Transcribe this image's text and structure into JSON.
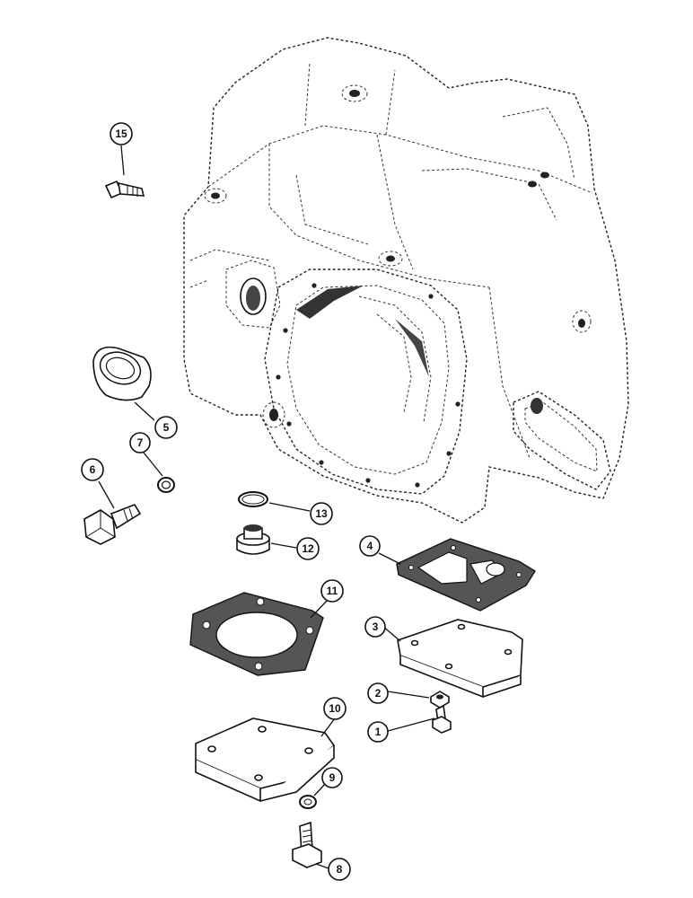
{
  "callouts": [
    {
      "id": "1",
      "label": "1"
    },
    {
      "id": "2",
      "label": "2"
    },
    {
      "id": "3",
      "label": "3"
    },
    {
      "id": "4",
      "label": "4"
    },
    {
      "id": "5",
      "label": "5"
    },
    {
      "id": "6",
      "label": "6"
    },
    {
      "id": "7",
      "label": "7"
    },
    {
      "id": "8",
      "label": "8"
    },
    {
      "id": "9",
      "label": "9"
    },
    {
      "id": "10",
      "label": "10"
    },
    {
      "id": "11",
      "label": "11"
    },
    {
      "id": "12",
      "label": "12"
    },
    {
      "id": "13",
      "label": "13"
    },
    {
      "id": "15",
      "label": "15"
    }
  ]
}
